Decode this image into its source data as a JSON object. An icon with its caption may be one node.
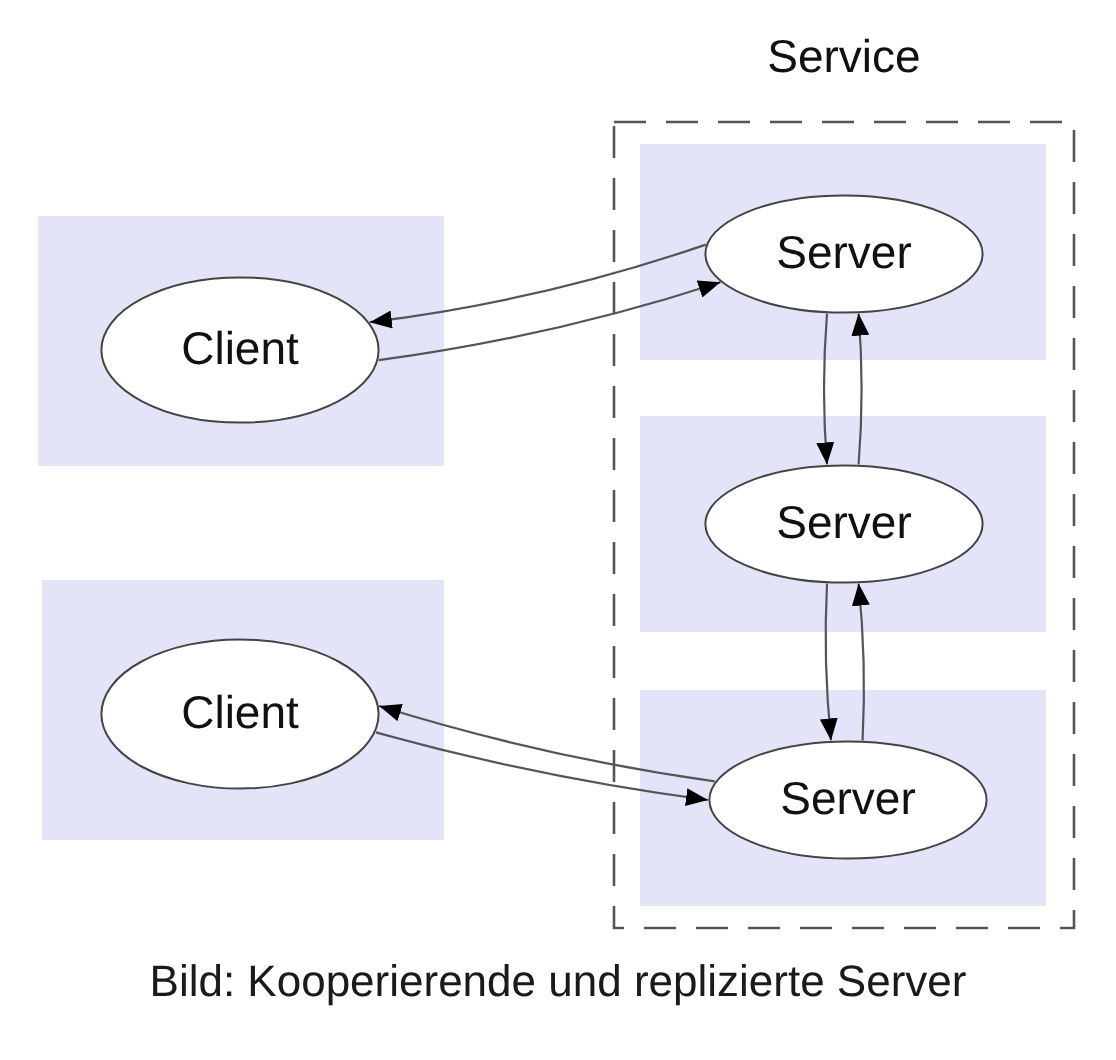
{
  "diagram": {
    "caption": "Bild: Kooperierende und replizierte Server",
    "nodes": [
      {
        "text": [
          "Service"
        ]
      },
      {
        "text": [],
        "shape": "box",
        "in": 0
      },
      {
        "text": [
          "Server"
        ],
        "in": 1
      },
      {
        "text": [],
        "shape": "box"
      },
      {
        "text": [
          "Client"
        ],
        "in": 3
      },
      {
        "text": [],
        "shape": "box",
        "in": 0
      },
      {
        "text": [
          "Server"
        ],
        "in": 5
      },
      {
        "text": [],
        "shape": "box"
      },
      {
        "text": [
          "Client"
        ],
        "in": 7
      },
      {
        "text": [],
        "shape": "box",
        "in": 0
      },
      {
        "text": [
          "Server"
        ],
        "in": 9
      }
    ],
    "edges": [
      {
        "from": 2,
        "to": 4,
        "arrow": "to"
      },
      {
        "from": 4,
        "to": 2,
        "arrow": "to"
      },
      {
        "from": 6,
        "to": 2,
        "arrow": "to"
      },
      {
        "from": 2,
        "to": 6,
        "arrow": "to"
      },
      {
        "from": 10,
        "to": 6,
        "arrow": "to"
      },
      {
        "from": 6,
        "to": 10,
        "arrow": "to"
      },
      {
        "from": 10,
        "to": 8,
        "arrow": "to"
      },
      {
        "from": 8,
        "to": 10,
        "arrow": "to"
      }
    ]
  }
}
